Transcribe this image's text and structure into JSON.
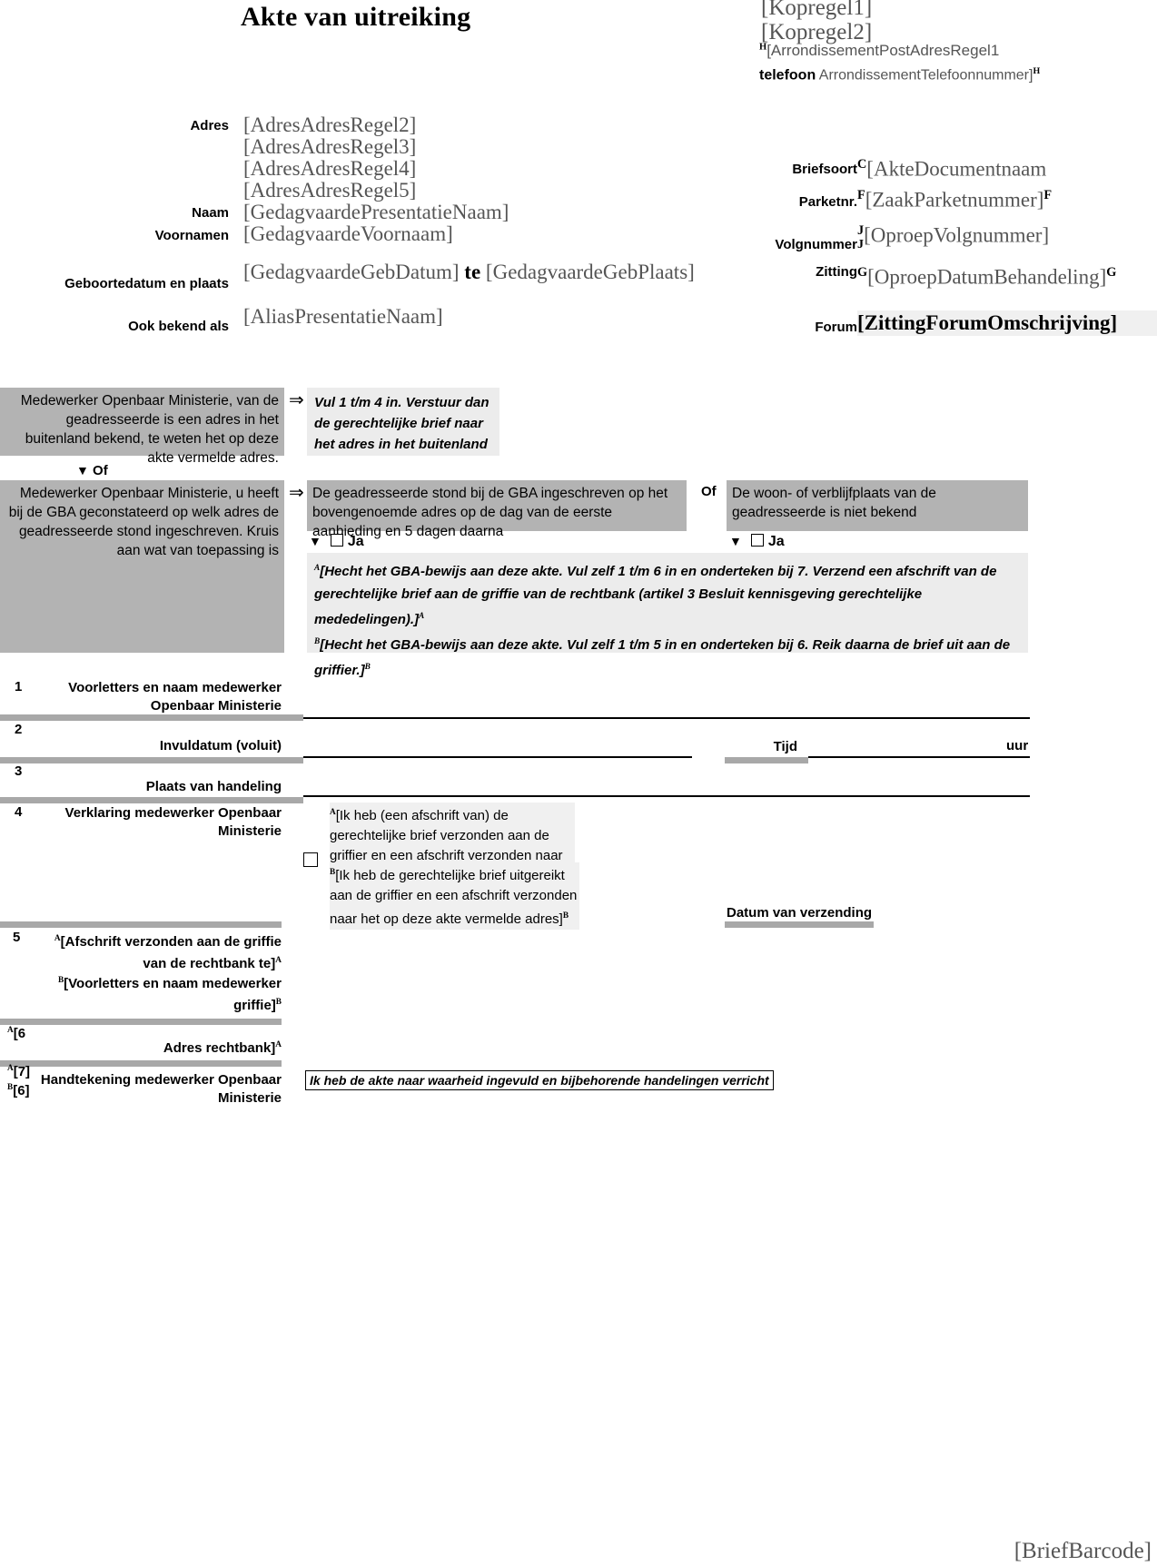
{
  "header": {
    "title": "Akte van uitreiking",
    "kopregel1": "[Kopregel1]",
    "kopregel2": "[Kopregel2]",
    "arrondissement_adres": "[ArrondissementPostAdresRegel1",
    "telefoon_label": "telefoon",
    "telefoon_value": "ArrondissementTelefoonnummer]",
    "marker_h": "H"
  },
  "address": {
    "adres_label": "Adres",
    "adres_lines": [
      "[AdresAdresRegel2]",
      "[AdresAdresRegel3]",
      "[AdresAdresRegel4]",
      "[AdresAdresRegel5]"
    ],
    "naam_label": "Naam",
    "naam_value": "[GedagvaardePresentatieNaam]",
    "voornamen_label": "Voornamen",
    "voornamen_value": "[GedagvaardeVoornaam]",
    "geboorte_label": "Geboortedatum en plaats",
    "geboorte_datum": "[GedagvaardeGebDatum]",
    "geboorte_te": "te",
    "geboorte_plaats": "[GedagvaardeGebPlaats]",
    "alias_label": "Ook bekend als",
    "alias_value": "[AliasPresentatieNaam]"
  },
  "caseinfo": {
    "briefsoort_label": "Briefsoort",
    "briefsoort_value": "[AkteDocumentnaam",
    "briefsoort_marker": "C",
    "parketnr_label": "Parketnr.",
    "parketnr_value": "[ZaakParketnummer]",
    "parketnr_marker": "F",
    "volgnummer_label": "Volgnummer",
    "volgnummer_value": "[OproepVolgnummer]",
    "volgnummer_marker": "J",
    "zitting_label": "Zitting",
    "zitting_value": "[OproepDatumBehandeling]",
    "zitting_marker": "G",
    "forum_label": "Forum",
    "forum_value": "[ZittingForumOmschrijving]"
  },
  "instructions": {
    "block1_left": "Medewerker Openbaar Ministerie, van de geadresseerde is een adres in het buitenland bekend, te weten het op deze akte vermelde adres.",
    "block1_right": "Vul 1 t/m 4 in. Verstuur dan de gerechtelijke brief naar het adres in het buitenland",
    "of_label": "Of",
    "block2_left": "Medewerker Openbaar Ministerie, u heeft bij de GBA geconstateerd op welk adres de geadresseerde stond ingeschreven. Kruis aan wat van toepassing is",
    "block2_mid": "De geadresseerde stond bij de GBA ingeschreven op het bovengenoemde adres op de dag van de eerste aanbieding en 5 dagen daarna",
    "of2_label": "Of",
    "block2_right": "De woon- of verblijfplaats van de geadresseerde is niet bekend",
    "ja_label": "Ja",
    "note_a": "[Hecht het GBA-bewijs aan deze akte. Vul zelf 1 t/m 6 in en onderteken bij 7. Verzend een afschrift van de gerechtelijke brief aan de griffie van de rechtbank (artikel 3 Besluit kennisgeving gerechtelijke mededelingen).]",
    "note_a_marker": "A",
    "note_b": "[Hecht het GBA-bewijs aan deze akte. Vul zelf 1 t/m 5 in en onderteken bij 6. Reik daarna de brief uit aan de griffier.]",
    "note_b_marker": "B"
  },
  "form": {
    "row1_num": "1",
    "row1_label": "Voorletters en naam medewerker Openbaar Ministerie",
    "row2_num": "2",
    "row2_label": "Invuldatum (voluit)",
    "row2_tijd_label": "Tijd",
    "row2_uur_label": "uur",
    "row3_num": "3",
    "row3_label": "Plaats van handeling",
    "row4_num": "4",
    "row4_label": "Verklaring medewerker Openbaar Ministerie",
    "row4_decl_a": "[Ik heb (een afschrift van) de gerechtelijke brief verzonden aan de griffier en een afschrift verzonden naar het op deze akte vermelde adres]",
    "row4_decl_a_marker": "A",
    "row4_decl_b": "[Ik heb de gerechtelijke brief uitgereikt aan de griffier en een afschrift verzonden naar het op deze akte vermelde adres]",
    "row4_decl_b_marker": "B",
    "row4_datum_label": "Datum van verzending",
    "row5_num": "5",
    "row5_label_a": "[Afschrift verzonden aan de griffie van de rechtbank te]",
    "row5_label_a_marker": "A",
    "row5_label_b": "[Voorletters en naam medewerker griffie]",
    "row5_label_b_marker": "B",
    "row6_num": "[6",
    "row6_num_marker": "A",
    "row6_label": "Adres rechtbank]",
    "row6_label_marker": "A",
    "row7_num_a": "[7]",
    "row7_num_a_marker": "A",
    "row7_num_b": "[6]",
    "row7_num_b_marker": "B",
    "row7_label": "Handtekening medewerker Openbaar Ministerie",
    "row7_statement": "Ik heb de akte naar waarheid ingevuld en bijbehorende handelingen verricht"
  },
  "footer": {
    "barcode": "[BriefBarcode]"
  }
}
